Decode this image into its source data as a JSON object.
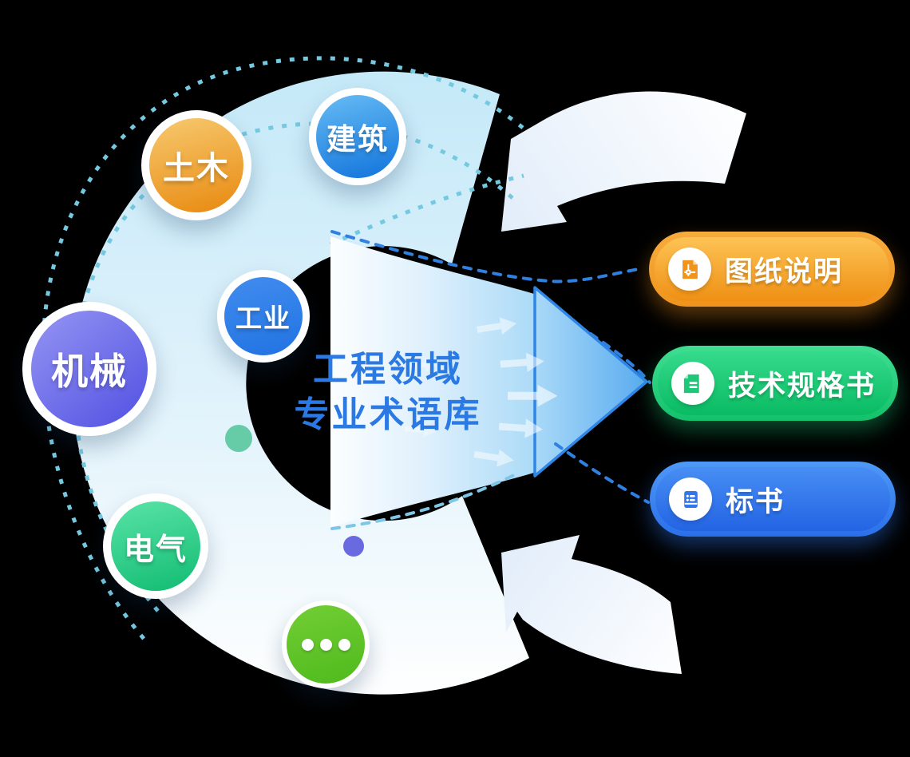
{
  "title": {
    "line1": "工程领域",
    "line2": "专业术语库",
    "color": "#2B79E3"
  },
  "bubbles": [
    {
      "id": "jianzhu",
      "label": "建筑",
      "gradient": [
        "#66BCF4",
        "#1173DC"
      ]
    },
    {
      "id": "tumu",
      "label": "土木",
      "gradient": [
        "#F7C96F",
        "#E8890F"
      ]
    },
    {
      "id": "gongye",
      "label": "工业",
      "gradient": [
        "#418CEF",
        "#2173E2"
      ]
    },
    {
      "id": "jixie",
      "label": "机械",
      "gradient": [
        "#9595F3",
        "#5150E2"
      ]
    },
    {
      "id": "dianqi",
      "label": "电气",
      "gradient": [
        "#59E3A7",
        "#12BC72"
      ]
    },
    {
      "id": "more",
      "label": "…",
      "icon": "ellipsis-icon",
      "gradient": [
        "#72CE35",
        "#4FBA1D"
      ]
    }
  ],
  "outputs": [
    {
      "id": "drawing-notes",
      "label": "图纸说明",
      "icon": "blueprint-icon",
      "color": "#F0941C"
    },
    {
      "id": "tech-spec",
      "label": "技术规格书",
      "icon": "spec-doc-icon",
      "color": "#17C774"
    },
    {
      "id": "bid-doc",
      "label": "标书",
      "icon": "bid-book-icon",
      "color": "#2E74EA"
    }
  ],
  "decor": {
    "background": "#000000",
    "ring_top_color": "#C5E9F8",
    "ring_bottom_color": "#FFFFFF",
    "dotted_arc_color": "#74C9E0",
    "dashed_line_color": "#3080E0",
    "funnel_fill_from": "#FCFEFF",
    "funnel_fill_to": "#58ABEF",
    "funnel_outline": "#2F86E6",
    "accent_dots": [
      {
        "color": "#66CCA8"
      },
      {
        "color": "#6A6AE0"
      }
    ]
  }
}
